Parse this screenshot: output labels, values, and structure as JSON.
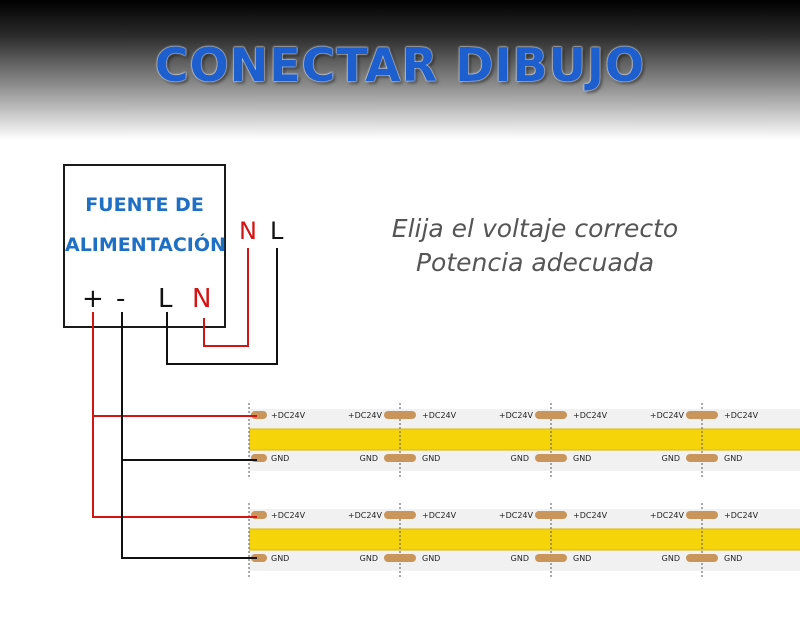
{
  "title": "CONECTAR DIBUJO",
  "power_supply": {
    "line1": "FUENTE DE",
    "line2": "ALIMENTACIÓN",
    "terminals": [
      "+",
      "-",
      "L",
      "N"
    ]
  },
  "mains": {
    "n_label": "N",
    "l_label": "L"
  },
  "notes": [
    "Elija el voltaje correcto",
    "Potencia adecuada"
  ],
  "strip": {
    "pos_label": "+DC24V",
    "gnd_label": "GND",
    "pad_color": "#c9955a",
    "led_color": "#f5d40a",
    "base_color": "#f1f1f1"
  },
  "colors": {
    "title": "#1e5fd0",
    "psu_text": "#1f6fc5",
    "red_wire": "#d41414",
    "black_wire": "#111111"
  }
}
